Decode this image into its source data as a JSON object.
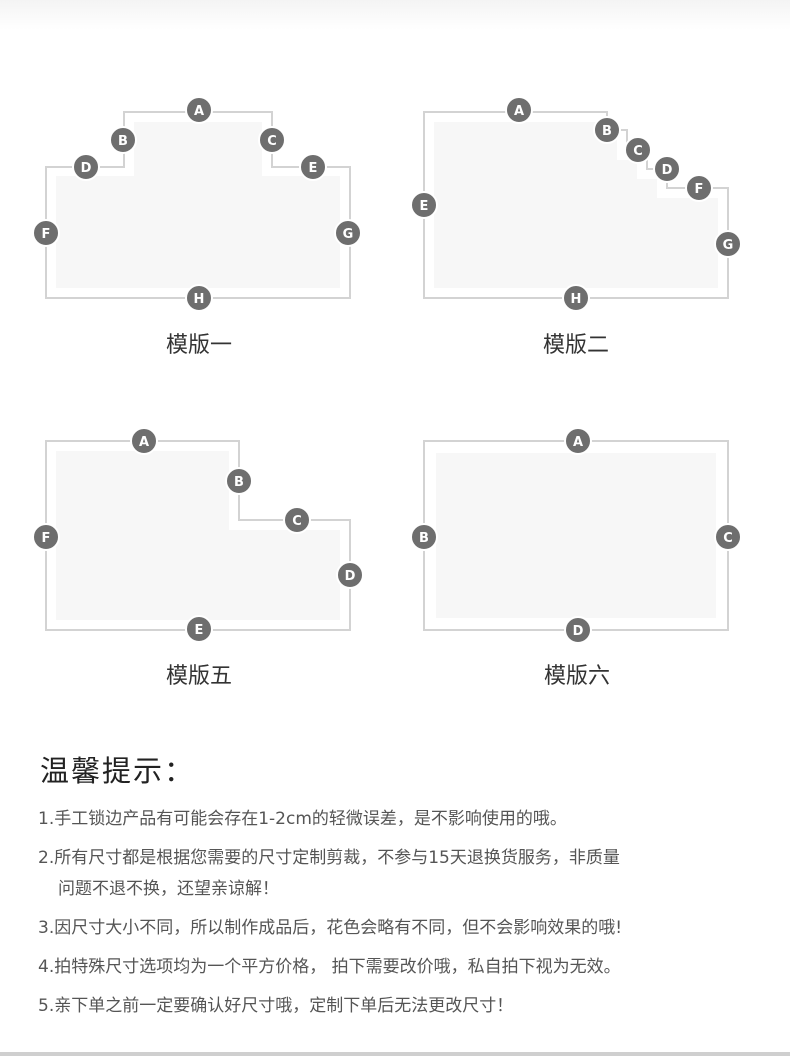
{
  "templates": [
    {
      "caption": "模版一",
      "markers": [
        "A",
        "B",
        "C",
        "D",
        "E",
        "F",
        "G",
        "H"
      ]
    },
    {
      "caption": "模版二",
      "markers": [
        "A",
        "B",
        "C",
        "D",
        "F",
        "E",
        "G",
        "H"
      ]
    },
    {
      "caption": "模版五",
      "markers": [
        "A",
        "B",
        "C",
        "D",
        "E",
        "F"
      ]
    },
    {
      "caption": "模版六",
      "markers": [
        "A",
        "B",
        "C",
        "D"
      ]
    }
  ],
  "tips": {
    "title": "温馨提示：",
    "items": [
      {
        "num": "1.",
        "text": "手工锁边产品有可能会存在1-2cm的轻微误差，是不影响使用的哦。",
        "cont": ""
      },
      {
        "num": "2.",
        "text": "所有尺寸都是根据您需要的尺寸定制剪裁，不参与15天退换货服务，非质量",
        "cont": "问题不退不换，还望亲谅解！"
      },
      {
        "num": "3.",
        "text": "因尺寸大小不同，所以制作成品后，花色会略有不同，但不会影响效果的哦!",
        "cont": ""
      },
      {
        "num": "4.",
        "text": "拍特殊尺寸选项均为一个平方价格，  拍下需要改价哦，私自拍下视为无效。",
        "cont": ""
      },
      {
        "num": "5.",
        "text": "亲下单之前一定要确认好尺寸哦，定制下单后无法更改尺寸！",
        "cont": ""
      }
    ]
  }
}
